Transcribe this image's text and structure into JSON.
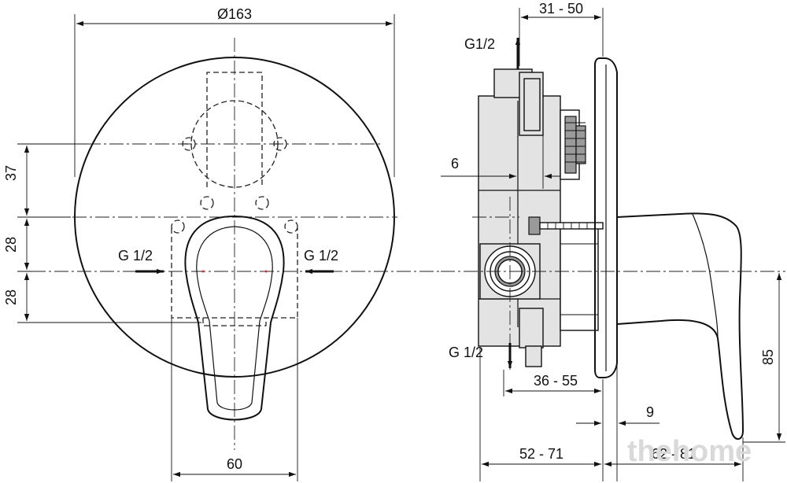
{
  "front_view": {
    "diameter_label": "Ø163",
    "dim_37": "37",
    "dim_28_upper": "28",
    "dim_28_lower": "28",
    "dim_60": "60",
    "inlet_left_label": "G 1/2",
    "inlet_right_label": "G 1/2"
  },
  "side_view": {
    "outlet_top_label": "G1/2",
    "outlet_bottom_label": "G 1/2",
    "dim_31_50": "31 - 50",
    "dim_6": "6",
    "dim_36_55": "36 - 55",
    "dim_9": "9",
    "dim_52_71": "52 - 71",
    "dim_62_81": "62 - 81",
    "dim_85": "85"
  },
  "watermark": "thehome"
}
